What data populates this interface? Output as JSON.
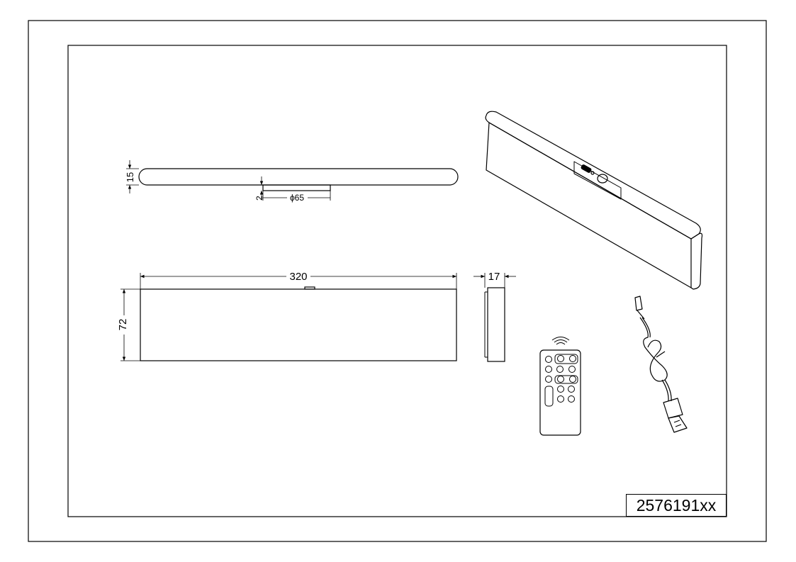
{
  "drawing": {
    "part_number": "2576191xx",
    "dimensions": {
      "thickness": "15",
      "bracket_depth": "2",
      "bracket_diameter": "ϕ65",
      "length": "320",
      "height": "72",
      "depth": "17"
    }
  }
}
